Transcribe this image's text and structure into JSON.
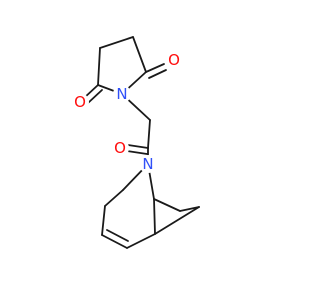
{
  "molecule": {
    "atoms": {
      "O1": {
        "symbol": "O",
        "color": "#ff0d0d"
      },
      "O2": {
        "symbol": "O",
        "color": "#ff0d0d"
      },
      "O3": {
        "symbol": "O",
        "color": "#ff0d0d"
      },
      "N1": {
        "symbol": "N",
        "color": "#3050f8"
      },
      "N2": {
        "symbol": "N",
        "color": "#3050f8"
      }
    },
    "bond_color": "#1a1a1a"
  }
}
